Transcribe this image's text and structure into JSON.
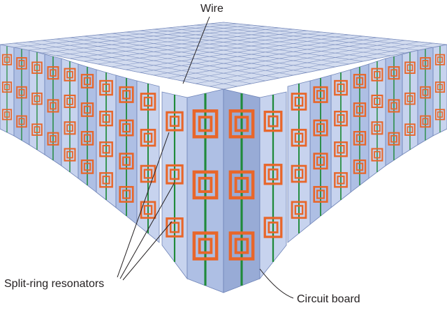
{
  "labels": {
    "wire": "Wire",
    "split_ring_resonators": "Split-ring resonators",
    "circuit_board": "Circuit board"
  },
  "colors": {
    "board_face": "#aebfe4",
    "board_face_dark": "#98abd6",
    "board_face_light": "#c7d3ee",
    "board_edge": "#6f84b8",
    "grid_top": "#cfd9ee",
    "grid_line": "#7c8fbf",
    "wire": "#1f8a3a",
    "ring": "#e8662a",
    "leader_line": "#231f20",
    "text": "#231f20"
  }
}
